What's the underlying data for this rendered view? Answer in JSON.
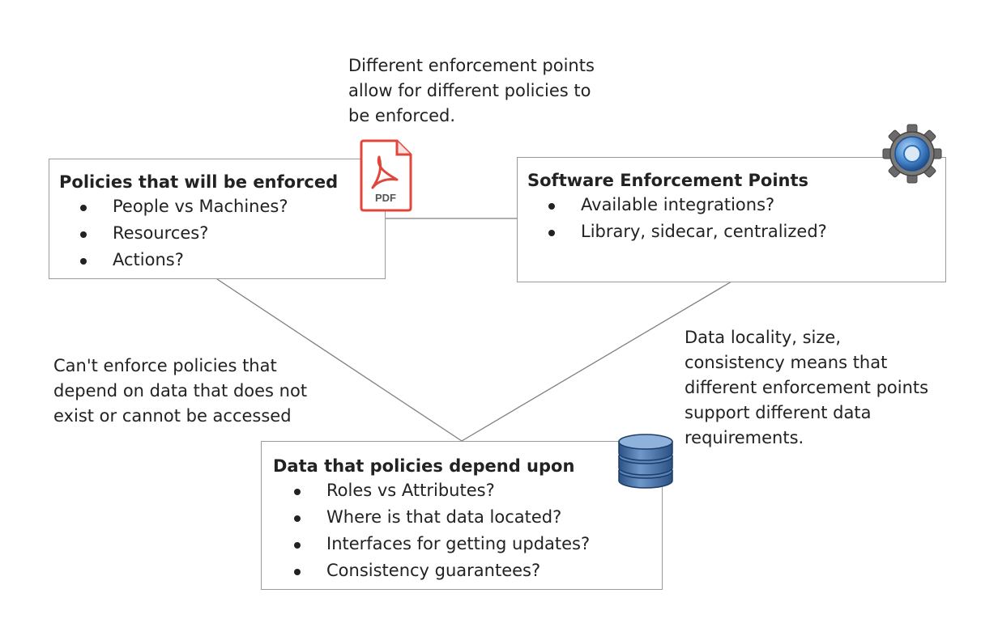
{
  "notes": {
    "top": "Different enforcement points allow for different policies to be enforced.",
    "left": "Can't enforce policies that depend on data that does not exist or cannot be accessed",
    "right": "Data locality, size, consistency means that different enforcement points support different data requirements."
  },
  "policies_box": {
    "title": "Policies that will be enforced",
    "items": [
      "People vs Machines?",
      "Resources?",
      "Actions?"
    ]
  },
  "enforcement_box": {
    "title": "Software Enforcement Points",
    "items": [
      "Available integrations?",
      "Library, sidecar, centralized?"
    ]
  },
  "data_box": {
    "title": "Data that policies depend upon",
    "items": [
      "Roles vs Attributes?",
      "Where is that data located?",
      "Interfaces for getting updates?",
      "Consistency guarantees?"
    ]
  },
  "icons": {
    "pdf": "pdf-document-icon",
    "pdf_label": "PDF",
    "gear": "gear-icon",
    "database": "database-icon",
    "pdf_color": "#e0473a",
    "gear_color": "#2c6fb8",
    "database_color": "#2f5f97"
  }
}
